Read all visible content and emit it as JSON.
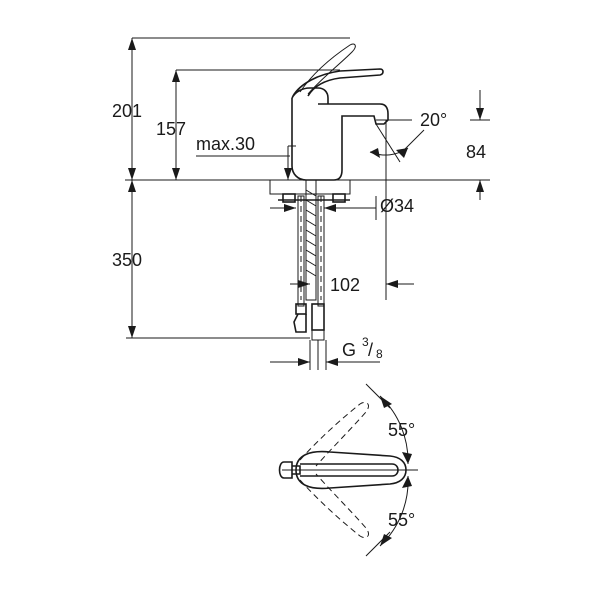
{
  "dimensions": {
    "total_height": "201",
    "spout_height": "157",
    "max_thickness": "max.30",
    "spout_angle": "20°",
    "aerator_height": "84",
    "hole_diameter": "Ø34",
    "hose_length": "350",
    "projection": "102",
    "thread_prefix": "G",
    "thread_num": "3",
    "thread_den": "8",
    "lever_angle_top": "55°",
    "lever_angle_bottom": "55°"
  }
}
